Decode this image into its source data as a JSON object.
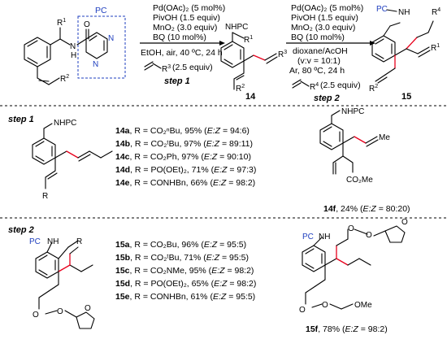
{
  "scheme": {
    "pc_label": "PC",
    "n": "N",
    "nh": "H",
    "o": "O",
    "r1": "R",
    "r1_sup": "1",
    "r2": "R",
    "r2_sup": "2",
    "r3": "R",
    "r3_sup": "3",
    "r4": "R",
    "r4_sup": "4",
    "nhpc": "NHPC",
    "compound_14": "14",
    "compound_15": "15",
    "step1_label": "step 1",
    "step2_label": "step 2",
    "step1_conditions": [
      "Pd(OAc)₂ (5 mol%)",
      "PivOH (1.5 equiv)",
      "MnO₂ (3.0 equiv)",
      "BQ (10 mol%)",
      "EtOH, air, 40 ºC, 24 h",
      "(2.5 equiv)"
    ],
    "step2_conditions": [
      "Pd(OAc)₂ (5 mol%)",
      "PivOH (1.5 equiv)",
      "MnO₂ (3.0 equiv)",
      "BQ (10 mol%)",
      "dioxane/AcOH",
      "(v:v = 10:1)",
      "Ar, 80 ºC, 24 h",
      "(2.5 equiv)"
    ]
  },
  "step1_section": {
    "title": "step 1",
    "entries": [
      {
        "id": "14a",
        "text": ", R = CO₂ⁿBu, 95% (",
        "ez": "E:Z",
        "ratio": " = 94:6)"
      },
      {
        "id": "14b",
        "text": ", R = CO₂ᵗBu, 97% (",
        "ez": "E:Z",
        "ratio": " = 89:11)"
      },
      {
        "id": "14c",
        "text": ", R = CO₂Ph, 97% (",
        "ez": "E:Z",
        "ratio": " = 90:10)"
      },
      {
        "id": "14d",
        "text": ", R = PO(OEt)₂, 71% (",
        "ez": "E:Z",
        "ratio": " = 97:3)"
      },
      {
        "id": "14e",
        "text": ", R = CONHBn, 66% (",
        "ez": "E:Z",
        "ratio": " = 98:2)"
      }
    ],
    "f_entry": {
      "id": "14f",
      "text": ", 24% (",
      "ez": "E:Z",
      "ratio": " = 80:20)"
    },
    "nhpc": "NHPC",
    "r": "R",
    "bu": "Bu",
    "me": "Me",
    "co2me": "CO₂Me"
  },
  "step2_section": {
    "title": "step 2",
    "entries": [
      {
        "id": "15a",
        "text": ", R = CO₂Bu, 96% (",
        "ez": "E:Z",
        "ratio": " = 95:5)"
      },
      {
        "id": "15b",
        "text": ", R = CO₂ᵗBu, 71% (",
        "ez": "E:Z",
        "ratio": " = 95:5)"
      },
      {
        "id": "15c",
        "text": ", R = CO₂NMe, 95% (",
        "ez": "E:Z",
        "ratio": " = 98:2)"
      },
      {
        "id": "15d",
        "text": ", R = PO(OEt)₂, 65% (",
        "ez": "E:Z",
        "ratio": " = 98:2)"
      },
      {
        "id": "15e",
        "text": ", R = CONHBn, 61% (",
        "ez": "E:Z",
        "ratio": " = 95:5)"
      }
    ],
    "f_entry": {
      "id": "15f",
      "text": ", 78% (",
      "ez": "E:Z",
      "ratio": " = 98:2)"
    },
    "pc": "PC",
    "nh": "NH",
    "r": "R",
    "o": "O",
    "ome": "OMe"
  }
}
